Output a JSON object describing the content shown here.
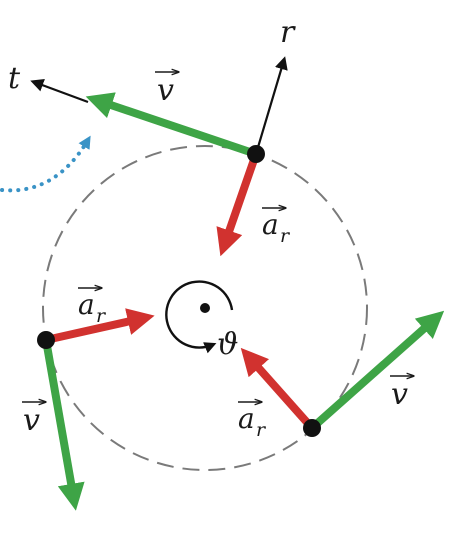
{
  "labels": {
    "tangent_axis": "t",
    "radial_axis": "r",
    "velocity": "v",
    "radial_acceleration": "a",
    "radial_subscript": "r",
    "angle": "ϑ"
  },
  "colors": {
    "velocity": "#3ea446",
    "acceleration": "#d1322f",
    "axes": "#111111",
    "orbit": "#7a7a7a",
    "motion_hint": "#3a93c6"
  }
}
